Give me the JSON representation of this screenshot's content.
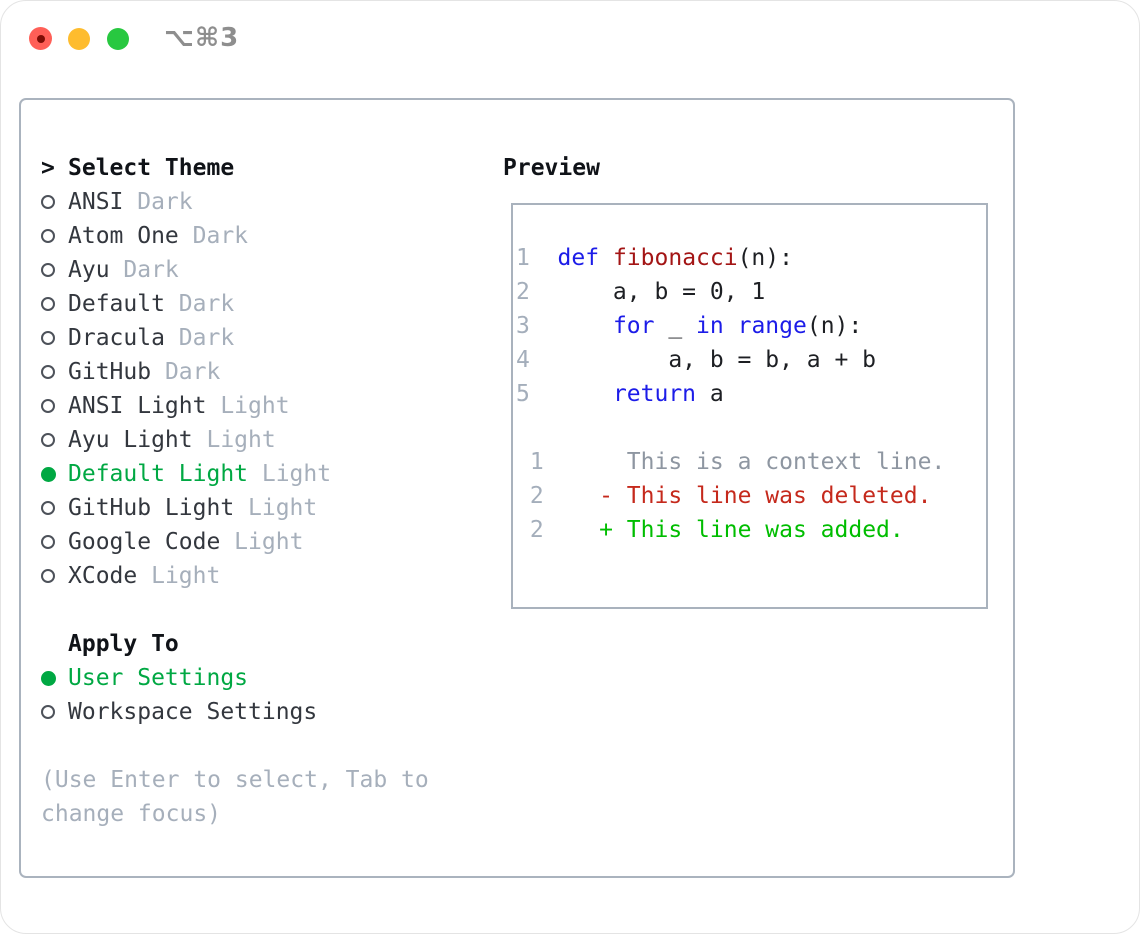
{
  "window": {
    "shortcut": "⌥⌘3",
    "traffic_lights": {
      "close_color": "#ff5f57",
      "close_dot_color": "#7e0d05",
      "minimize_color": "#febc2e",
      "zoom_color": "#28c840"
    }
  },
  "theme_menu": {
    "prompt": ">",
    "title": "Select Theme",
    "items": [
      {
        "name": "ANSI",
        "variant": "Dark",
        "selected": false
      },
      {
        "name": "Atom One",
        "variant": "Dark",
        "selected": false
      },
      {
        "name": "Ayu",
        "variant": "Dark",
        "selected": false
      },
      {
        "name": "Default",
        "variant": "Dark",
        "selected": false
      },
      {
        "name": "Dracula",
        "variant": "Dark",
        "selected": false
      },
      {
        "name": "GitHub",
        "variant": "Dark",
        "selected": false
      },
      {
        "name": "ANSI Light",
        "variant": "Light",
        "selected": false
      },
      {
        "name": "Ayu Light",
        "variant": "Light",
        "selected": false
      },
      {
        "name": "Default Light",
        "variant": "Light",
        "selected": true
      },
      {
        "name": "GitHub Light",
        "variant": "Light",
        "selected": false
      },
      {
        "name": "Google Code",
        "variant": "Light",
        "selected": false
      },
      {
        "name": "XCode",
        "variant": "Light",
        "selected": false
      }
    ],
    "selected_color": "#00a843",
    "item_color": "#33373e",
    "variant_color": "#a6afbb"
  },
  "apply_to": {
    "title": "Apply To",
    "options": [
      {
        "label": "User Settings",
        "selected": true
      },
      {
        "label": "Workspace Settings",
        "selected": false
      }
    ]
  },
  "help_text": "(Use Enter to select, Tab to change focus)",
  "preview": {
    "title": "Preview",
    "colors": {
      "keyword": "#1c1ce8",
      "function_name": "#a31515",
      "plain": "#1d1f23",
      "line_number": "#a4aebb",
      "context": "#8e96a1",
      "deleted": "#c5291c",
      "added": "#00bd00"
    },
    "lines": [
      [
        [
          "1  ",
          "num"
        ],
        [
          "def",
          "kw"
        ],
        [
          " ",
          "plain"
        ],
        [
          "fibonacci",
          "fn"
        ],
        [
          "(n):",
          "plain"
        ]
      ],
      [
        [
          "2  ",
          "num"
        ],
        [
          "    a, b = 0, 1",
          "plain"
        ]
      ],
      [
        [
          "3  ",
          "num"
        ],
        [
          "    ",
          "plain"
        ],
        [
          "for",
          "kw"
        ],
        [
          " _ ",
          "plain"
        ],
        [
          "in",
          "kw"
        ],
        [
          " ",
          "plain"
        ],
        [
          "range",
          "kw"
        ],
        [
          "(n):",
          "plain"
        ]
      ],
      [
        [
          "4  ",
          "num"
        ],
        [
          "        a, b = b, a + b",
          "plain"
        ]
      ],
      [
        [
          "5  ",
          "num"
        ],
        [
          "    ",
          "plain"
        ],
        [
          "return",
          "kw"
        ],
        [
          " a",
          "plain"
        ]
      ],
      [],
      [
        [
          " 1",
          "num"
        ],
        [
          "      ",
          "plain"
        ],
        [
          "This is a context line.",
          "ctx"
        ]
      ],
      [
        [
          " 2",
          "num"
        ],
        [
          "    ",
          "plain"
        ],
        [
          "- This line was deleted.",
          "del"
        ]
      ],
      [
        [
          " 2",
          "num"
        ],
        [
          "    ",
          "plain"
        ],
        [
          "+ This line was added.",
          "add"
        ]
      ]
    ]
  }
}
